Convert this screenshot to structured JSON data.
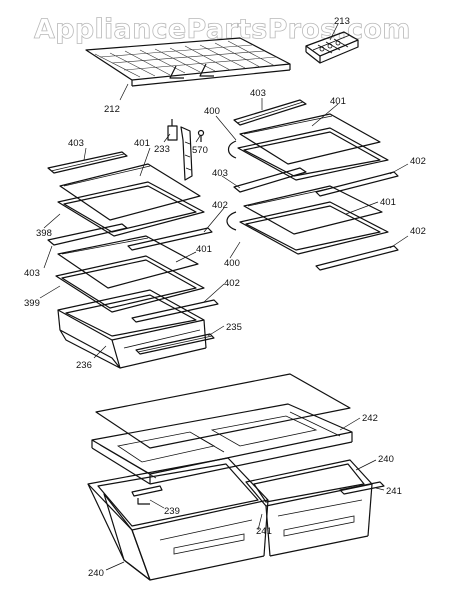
{
  "watermark": "AppliancePartsPros.com",
  "callouts": [
    {
      "id": "212",
      "label": "212"
    },
    {
      "id": "213",
      "label": "213"
    },
    {
      "id": "233",
      "label": "233"
    },
    {
      "id": "570",
      "label": "570"
    },
    {
      "id": "400a",
      "label": "400"
    },
    {
      "id": "403a",
      "label": "403"
    },
    {
      "id": "401a",
      "label": "401"
    },
    {
      "id": "403b",
      "label": "403"
    },
    {
      "id": "401b",
      "label": "401"
    },
    {
      "id": "403c",
      "label": "403"
    },
    {
      "id": "402a",
      "label": "402"
    },
    {
      "id": "398",
      "label": "398"
    },
    {
      "id": "402b",
      "label": "402"
    },
    {
      "id": "401c",
      "label": "401"
    },
    {
      "id": "400b",
      "label": "400"
    },
    {
      "id": "401d",
      "label": "401"
    },
    {
      "id": "402c",
      "label": "402"
    },
    {
      "id": "403d",
      "label": "403"
    },
    {
      "id": "402d",
      "label": "402"
    },
    {
      "id": "399",
      "label": "399"
    },
    {
      "id": "235",
      "label": "235"
    },
    {
      "id": "236",
      "label": "236"
    },
    {
      "id": "242",
      "label": "242"
    },
    {
      "id": "240a",
      "label": "240"
    },
    {
      "id": "241a",
      "label": "241"
    },
    {
      "id": "239",
      "label": "239"
    },
    {
      "id": "241b",
      "label": "241"
    },
    {
      "id": "240b",
      "label": "240"
    }
  ]
}
